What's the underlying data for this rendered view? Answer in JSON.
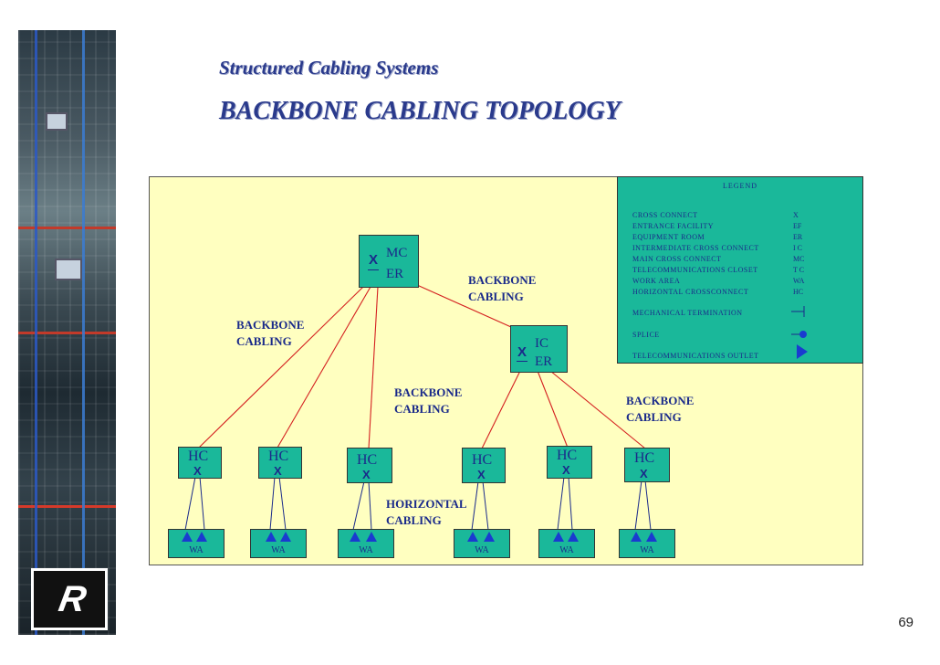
{
  "header": {
    "subtitle": "Structured Cabling Systems",
    "title": "BACKBONE  CABLING  TOPOLOGY"
  },
  "page_number": "69",
  "logo_text": "R",
  "legend": {
    "title": "LEGEND",
    "rows": [
      {
        "name": "CROSS CONNECT",
        "abbr": "X"
      },
      {
        "name": "ENTRANCE FACILITY",
        "abbr": "EF"
      },
      {
        "name": "EQUIPMENT  ROOM",
        "abbr": "ER"
      },
      {
        "name": "INTERMEDIATE  CROSS  CONNECT",
        "abbr": "I C"
      },
      {
        "name": "MAIN  CROSS  CONNECT",
        "abbr": "MC"
      },
      {
        "name": "TELECOMMUNICATIONS  CLOSET",
        "abbr": "T C"
      },
      {
        "name": " WORK  AREA",
        "abbr": "WA"
      },
      {
        "name": "HORIZONTAL  CROSSCONNECT",
        "abbr": "HC"
      }
    ],
    "mechanical": "MECHANICAL  TERMINATION",
    "splice": "SPLICE",
    "outlet": "TELECOMMUNICATIONS  OUTLET"
  },
  "nodes": {
    "mc": {
      "x": "X",
      "line1": "MC",
      "line2": "ER"
    },
    "ic": {
      "x": "X",
      "line1": "IC",
      "line2": "ER"
    },
    "hc_label": "HC",
    "hc_x": "X",
    "wa_label": "WA"
  },
  "labels": {
    "backbone_mc_ic": [
      "BACKBONE",
      "CABLING"
    ],
    "backbone_left": [
      "BACKBONE",
      "CABLING"
    ],
    "backbone_center": [
      "BACKBONE",
      "CABLING"
    ],
    "backbone_right": [
      "BACKBONE",
      "CABLING"
    ],
    "horizontal": [
      "HORIZONTAL",
      "CABLING"
    ]
  },
  "colors": {
    "panel": "#ffffc0",
    "box": "#1ab89a",
    "text": "#1a2a8a",
    "backbone_line": "#d42020",
    "horizontal_line": "#1a2a8a",
    "outlet": "#1a3bd0"
  }
}
